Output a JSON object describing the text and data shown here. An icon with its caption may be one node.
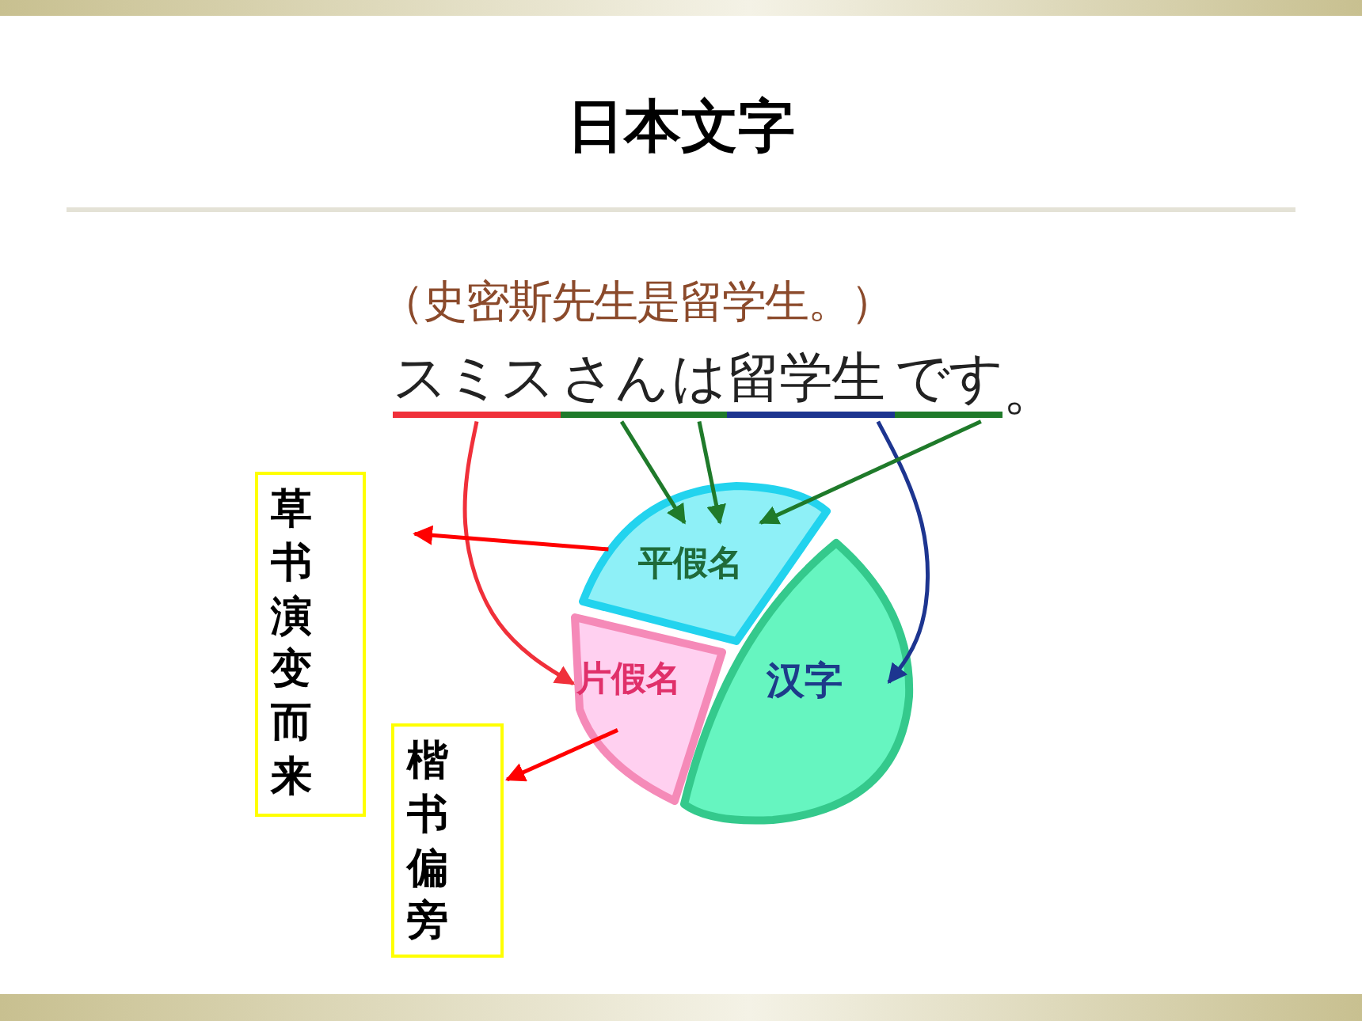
{
  "diagram": {
    "title": "日本文字",
    "nodes": [
      {
        "text": [
          "平假名"
        ]
      },
      {
        "text": [
          "片假名"
        ]
      },
      {
        "text": [
          "汉字"
        ]
      },
      {
        "text": [
          "草书演变而来"
        ]
      },
      {
        "text": [
          "楷书偏旁"
        ]
      },
      {
        "text": [
          "スミス"
        ]
      },
      {
        "text": [
          "さん"
        ]
      },
      {
        "text": [
          "は"
        ]
      },
      {
        "text": [
          "留学生"
        ]
      },
      {
        "text": [
          "です"
        ]
      }
    ],
    "edges": [
      {
        "from": 5,
        "to": 1,
        "arrow": "to",
        "color": "#f0303a"
      },
      {
        "from": 6,
        "to": 0,
        "arrow": "to",
        "color": "#1f7a2a"
      },
      {
        "from": 7,
        "to": 0,
        "arrow": "to",
        "color": "#1f7a2a"
      },
      {
        "from": 8,
        "to": 2,
        "arrow": "to",
        "color": "#1d3590"
      },
      {
        "from": 9,
        "to": 0,
        "arrow": "to",
        "color": "#1f7a2a"
      },
      {
        "from": 0,
        "to": 3,
        "arrow": "to",
        "color": "#ff0000"
      },
      {
        "from": 1,
        "to": 4,
        "arrow": "to",
        "color": "#ff0000"
      }
    ],
    "labels": [
      "（史密斯先生是留学生。）",
      "。"
    ]
  }
}
